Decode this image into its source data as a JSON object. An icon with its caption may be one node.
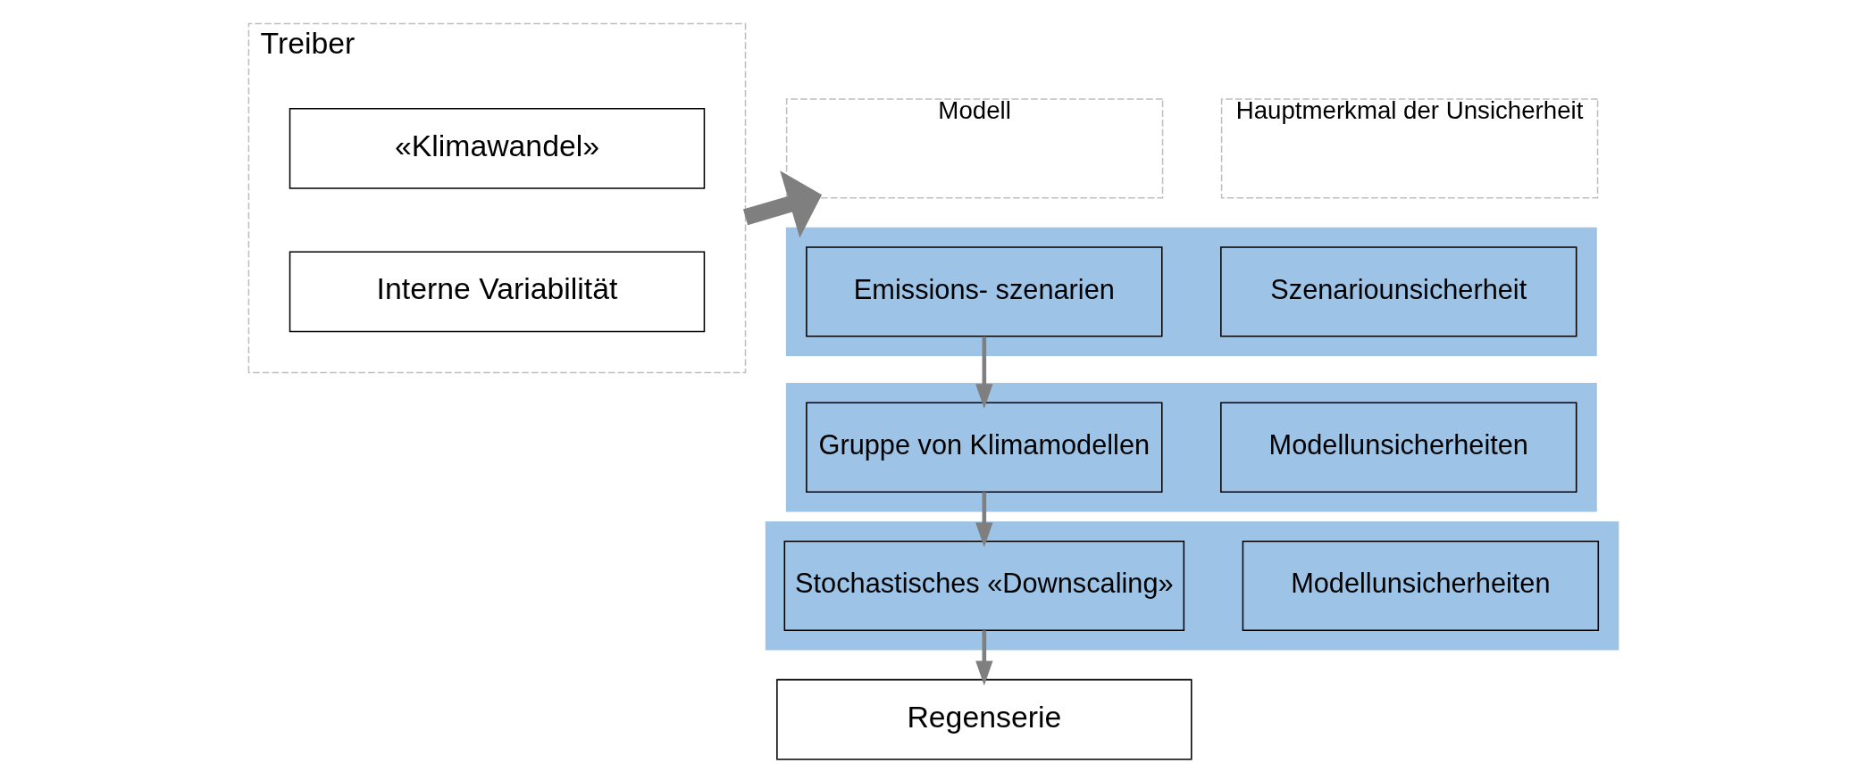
{
  "diagram": {
    "nodes": [
      {
        "text": [
          "Treiber"
        ]
      },
      {
        "text": [
          "«Klimawandel»"
        ],
        "in": 0
      },
      {
        "text": [
          "Interne Variabilität"
        ],
        "in": 0
      },
      {
        "text": [
          "Modell"
        ]
      },
      {
        "text": [
          "Hauptmerkmal der Unsicherheit"
        ]
      },
      {
        "text": [],
        "shape": "bar"
      },
      {
        "text": [
          "Emissions- szenarien"
        ],
        "in": 5
      },
      {
        "text": [
          "Szenariounsicherheit"
        ],
        "in": 5
      },
      {
        "text": [],
        "shape": "bar"
      },
      {
        "text": [
          "Gruppe von Klimamodellen"
        ],
        "in": 8
      },
      {
        "text": [
          "Modellunsicherheiten"
        ],
        "in": 8
      },
      {
        "text": [],
        "shape": "bar"
      },
      {
        "text": [
          "Stochastisches «Downscaling»"
        ],
        "in": 11
      },
      {
        "text": [
          "Modellunsicherheiten"
        ],
        "in": 11
      },
      {
        "text": [
          "Regenserie"
        ]
      }
    ],
    "edges": [
      {
        "from": 0,
        "to": 3,
        "arrow": "to",
        "style": "thick"
      },
      {
        "from": 6,
        "to": 9,
        "arrow": "to"
      },
      {
        "from": 9,
        "to": 12,
        "arrow": "to"
      },
      {
        "from": 12,
        "to": 14,
        "arrow": "to"
      }
    ]
  }
}
